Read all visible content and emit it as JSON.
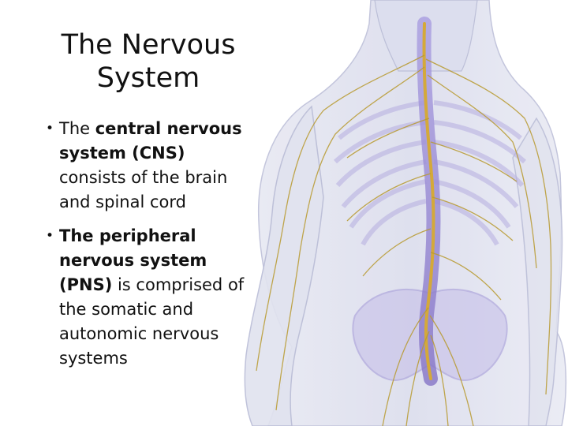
{
  "slide": {
    "title_lines": [
      "The Nervous",
      "System"
    ],
    "bullets": [
      {
        "bold_prefix": "",
        "plain_before": "The ",
        "bold": "central nervous system (CNS)",
        "plain_after": " consists of the brain and spinal cord"
      },
      {
        "plain_before": "",
        "bold": "The peripheral nervous system (PNS)",
        "plain_after": " is comprised of the somatic and autonomic nervous systems"
      }
    ],
    "bullet_glyph": "•"
  },
  "colors": {
    "text": "#111111",
    "nerve": "#c9a33a",
    "spine": "#8a78c8",
    "body_tint": "#cfd3e8"
  }
}
